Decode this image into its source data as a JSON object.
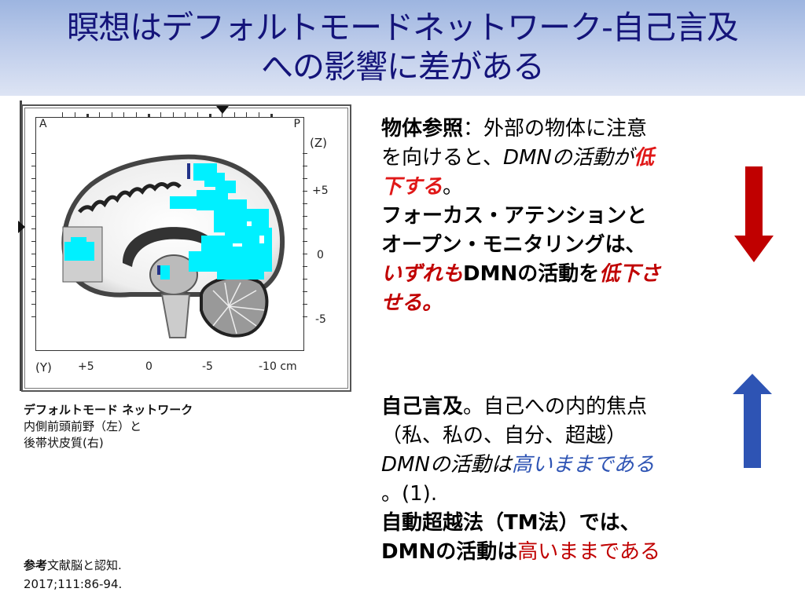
{
  "slide": {
    "title": {
      "line1": "瞑想はデフォルトモードネットワーク-自己言及",
      "line2": "への影響に差がある",
      "color": "#14147a",
      "background_gradient": [
        "#9db5e0",
        "#dde4f4"
      ]
    },
    "figure": {
      "type": "sagittal-brain-fmri-viewer",
      "corner_labels": {
        "anterior": "A",
        "posterior": "P"
      },
      "z_axis": {
        "label": "(Z)",
        "ticks": [
          "+5",
          "0",
          "-5"
        ]
      },
      "y_axis": {
        "label": "(Y)",
        "ticks": [
          "+5",
          "0",
          "-5",
          "-10 cm"
        ]
      },
      "highlight_color": "#00f0ff",
      "regions": [
        "medial prefrontal cortex (left box)",
        "posterior cingulate cortex (right)"
      ]
    },
    "caption": {
      "line1": "デフォルトモード ネットワーク",
      "line2": "内側前頭前野（左）と",
      "line3": "後帯状皮質(右)"
    },
    "reference": {
      "label": "参考",
      "text": "文献脳と認知.",
      "citation": "2017;111:86-94."
    },
    "upper_block": {
      "l1_bold": "物体参照",
      "l1_rest": "：外部の物体に注意",
      "l2_plain": "を向けると、",
      "l2_italic": "DMNの活動が",
      "l2_red": "低",
      "l3_red": "下する",
      "l3_end": "。",
      "l4": "フォーカス・アテンションと",
      "l5": "オープン・モニタリングは、",
      "l6_red": "いずれも",
      "l6_mid": "DMNの活動を",
      "l6_red2": "低下さ",
      "l7_red": "せる。",
      "arrow": {
        "direction": "down",
        "color": "#c00000"
      }
    },
    "lower_block": {
      "l1_bold": "自己言及",
      "l1_rest": "。自己への内的焦点",
      "l2": "（私、私の、自分、超越）",
      "l3_italic": "DMNの活動は",
      "l3_blue": "高いままである",
      "l4": "。(1).",
      "l5": "自動超越法（TM法）では、",
      "l6_bold": "DMNの活動は",
      "l6_red": "高いままである",
      "arrow": {
        "direction": "up",
        "color": "#2e54b4"
      }
    }
  }
}
